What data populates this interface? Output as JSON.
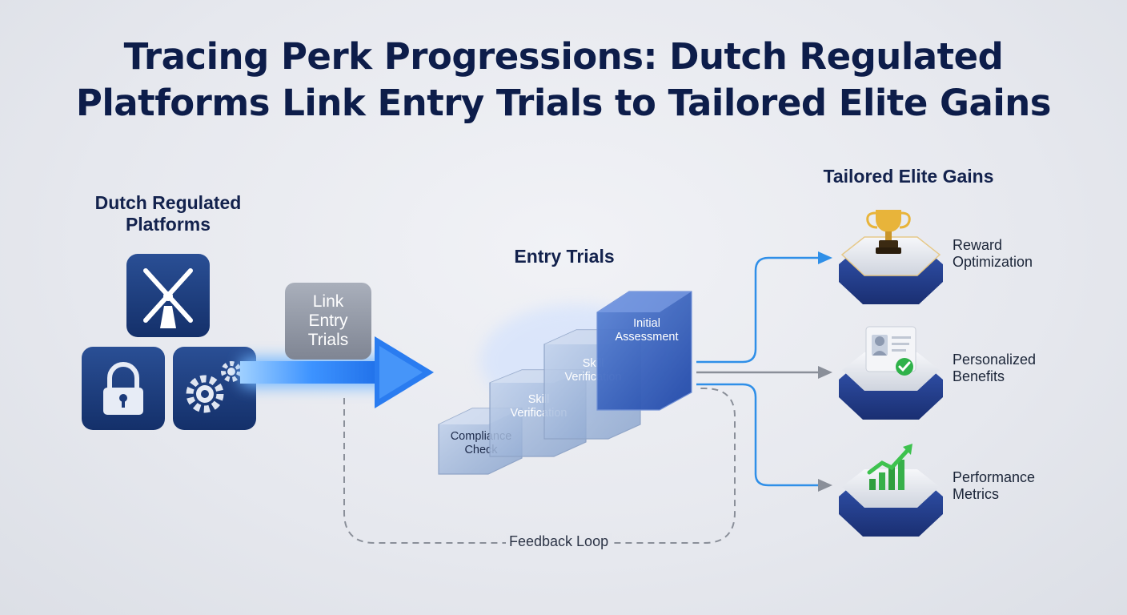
{
  "title": {
    "line1": "Tracing Perk Progressions: Dutch Regulated",
    "line2": "Platforms Link Entry Trials to Tailored Elite Gains"
  },
  "platforms": {
    "heading": "Dutch Regulated Platforms",
    "icons": [
      "windmill-icon",
      "padlock-icon",
      "gears-icon"
    ]
  },
  "link": {
    "label_lines": [
      "Link",
      "Entry",
      "Trials"
    ]
  },
  "entry_trials": {
    "heading": "Entry Trials",
    "steps": [
      {
        "lines": [
          "Compliance",
          "Check"
        ]
      },
      {
        "lines": [
          "Skill",
          "Verification"
        ]
      },
      {
        "lines": [
          "Skill",
          "Verification"
        ]
      },
      {
        "lines": [
          "Initial",
          "Assessment"
        ]
      }
    ]
  },
  "gains": {
    "heading": "Tailored Elite Gains",
    "items": [
      {
        "label": "Reward Optimization",
        "icon": "trophy-icon"
      },
      {
        "label": "Personalized Benefits",
        "icon": "profile-check-icon"
      },
      {
        "label": "Performance Metrics",
        "icon": "growth-chart-icon"
      }
    ]
  },
  "feedback": {
    "label": "Feedback Loop"
  },
  "colors": {
    "navy": "#0d1d4a",
    "tile_dark": "#1b3a7a",
    "arrow_blue": "#2f8cff",
    "connector_blue": "#2f8fe8",
    "connector_gray": "#8a8f99"
  }
}
